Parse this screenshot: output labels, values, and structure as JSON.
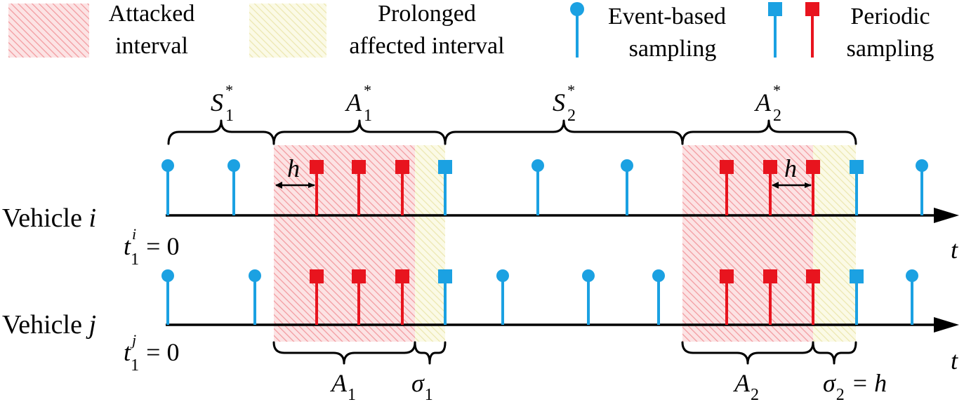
{
  "legend": {
    "attacked_line1": "Attacked",
    "attacked_line2": "interval",
    "prolonged_line1": "Prolonged",
    "prolonged_line2": "affected interval",
    "event_line1": "Event-based",
    "event_line2": "sampling",
    "periodic_line1": "Periodic",
    "periodic_line2": "sampling"
  },
  "colors": {
    "event": "#1BA1E2",
    "periodic": "#E8141E",
    "attacked_hatch": "#F4A0A4",
    "prolonged_hatch": "#EEEBB8"
  },
  "top_braces": {
    "s1": {
      "base": "S",
      "sub": "1",
      "sup": "*"
    },
    "a1": {
      "base": "A",
      "sub": "1",
      "sup": "*"
    },
    "s2": {
      "base": "S",
      "sub": "2",
      "sup": "*"
    },
    "a2": {
      "base": "A",
      "sub": "2",
      "sup": "*"
    }
  },
  "vehicles": {
    "i": {
      "label": "Vehicle ",
      "var": "i",
      "t_base": "t",
      "t_sub": "1",
      "t_sup": "i",
      "t_eq": "= 0",
      "axis": "t"
    },
    "j": {
      "label": "Vehicle ",
      "var": "j",
      "t_base": "t",
      "t_sub": "1",
      "t_sup": "j",
      "t_eq": "= 0",
      "axis": "t"
    }
  },
  "h_label": "h",
  "bottom_braces": {
    "a1": {
      "base": "A",
      "sub": "1"
    },
    "sigma1": {
      "base": "σ",
      "sub": "1"
    },
    "a2": {
      "base": "A",
      "sub": "2"
    },
    "sigma2": {
      "base": "σ",
      "sub": "2",
      "eq": "= h"
    }
  }
}
